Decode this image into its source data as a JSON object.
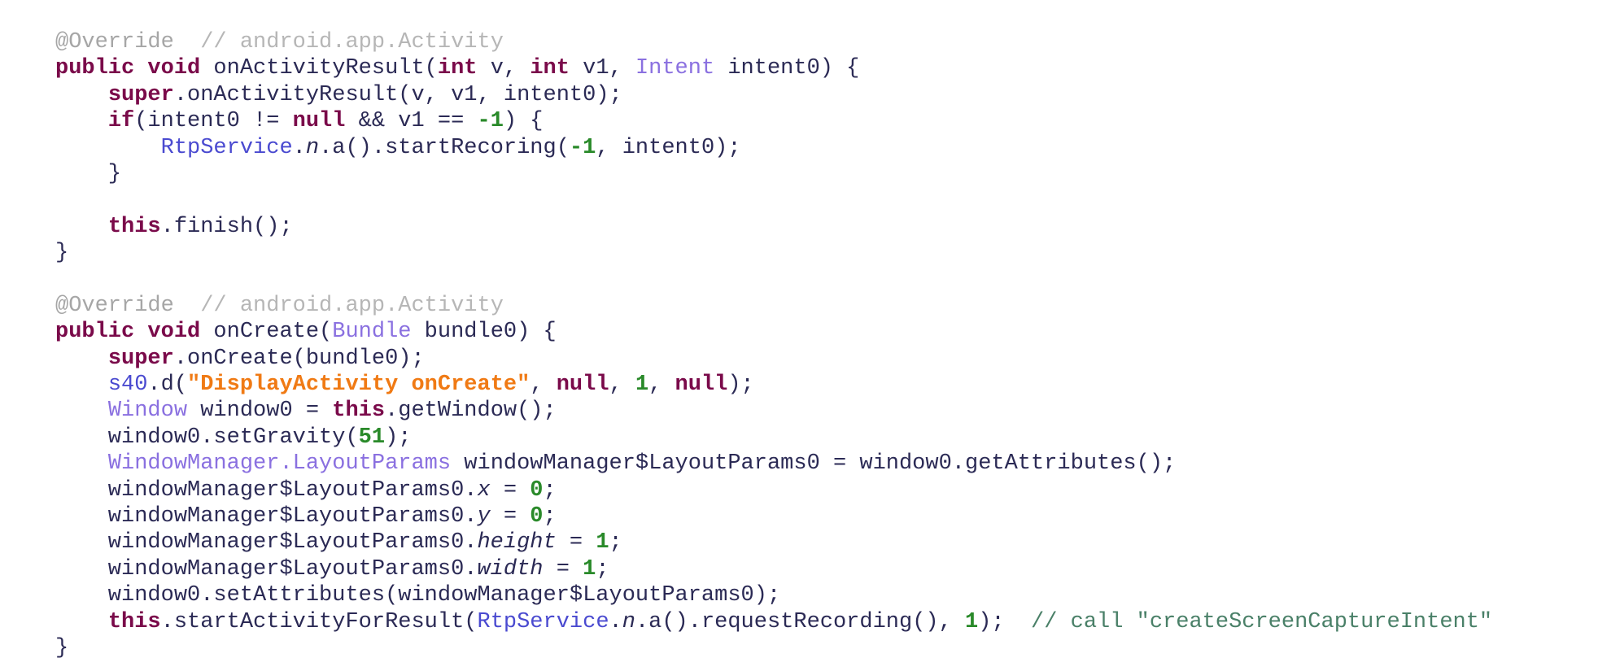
{
  "code_lines": [
    [
      [
        "@Override",
        "ann"
      ],
      [
        "  // android.app.Activity",
        "cgray"
      ]
    ],
    [
      [
        "public",
        "kw"
      ],
      [
        " ",
        "plain"
      ],
      [
        "void",
        "kw"
      ],
      [
        " onActivityResult(",
        "plain"
      ],
      [
        "int",
        "kw"
      ],
      [
        " v, ",
        "plain"
      ],
      [
        "int",
        "kw"
      ],
      [
        " v1, ",
        "plain"
      ],
      [
        "Intent",
        "type"
      ],
      [
        " intent0) {",
        "plain"
      ]
    ],
    [
      [
        "    ",
        "plain"
      ],
      [
        "super",
        "kw"
      ],
      [
        ".onActivityResult(v, v1, intent0);",
        "plain"
      ]
    ],
    [
      [
        "    ",
        "plain"
      ],
      [
        "if",
        "kw"
      ],
      [
        "(intent0 != ",
        "plain"
      ],
      [
        "null",
        "kw"
      ],
      [
        " && v1 == ",
        "plain"
      ],
      [
        "-1",
        "num"
      ],
      [
        ") {",
        "plain"
      ]
    ],
    [
      [
        "        ",
        "plain"
      ],
      [
        "RtpService",
        "tcls"
      ],
      [
        ".",
        "plain"
      ],
      [
        "n",
        "ital"
      ],
      [
        ".a().startRecoring(",
        "plain"
      ],
      [
        "-1",
        "num"
      ],
      [
        ", intent0);",
        "plain"
      ]
    ],
    [
      [
        "    }",
        "plain"
      ]
    ],
    [],
    [
      [
        "    ",
        "plain"
      ],
      [
        "this",
        "kw"
      ],
      [
        ".finish();",
        "plain"
      ]
    ],
    [
      [
        "}",
        "plain"
      ]
    ],
    [],
    [
      [
        "@Override",
        "ann"
      ],
      [
        "  // android.app.Activity",
        "cgray"
      ]
    ],
    [
      [
        "public",
        "kw"
      ],
      [
        " ",
        "plain"
      ],
      [
        "void",
        "kw"
      ],
      [
        " onCreate(",
        "plain"
      ],
      [
        "Bundle",
        "type"
      ],
      [
        " bundle0) {",
        "plain"
      ]
    ],
    [
      [
        "    ",
        "plain"
      ],
      [
        "super",
        "kw"
      ],
      [
        ".onCreate(bundle0);",
        "plain"
      ]
    ],
    [
      [
        "    ",
        "plain"
      ],
      [
        "s40",
        "tcls"
      ],
      [
        ".d(",
        "plain"
      ],
      [
        "\"DisplayActivity onCreate\"",
        "str"
      ],
      [
        ", ",
        "plain"
      ],
      [
        "null",
        "kw"
      ],
      [
        ", ",
        "plain"
      ],
      [
        "1",
        "num"
      ],
      [
        ", ",
        "plain"
      ],
      [
        "null",
        "kw"
      ],
      [
        ");",
        "plain"
      ]
    ],
    [
      [
        "    ",
        "plain"
      ],
      [
        "Window",
        "type"
      ],
      [
        " window0 = ",
        "plain"
      ],
      [
        "this",
        "kw"
      ],
      [
        ".getWindow();",
        "plain"
      ]
    ],
    [
      [
        "    window0.setGravity(",
        "plain"
      ],
      [
        "51",
        "num"
      ],
      [
        ");",
        "plain"
      ]
    ],
    [
      [
        "    ",
        "plain"
      ],
      [
        "WindowManager.LayoutParams",
        "type"
      ],
      [
        " windowManager$LayoutParams0 = window0.getAttributes();",
        "plain"
      ]
    ],
    [
      [
        "    windowManager$LayoutParams0.",
        "plain"
      ],
      [
        "x",
        "fld"
      ],
      [
        " = ",
        "plain"
      ],
      [
        "0",
        "num"
      ],
      [
        ";",
        "plain"
      ]
    ],
    [
      [
        "    windowManager$LayoutParams0.",
        "plain"
      ],
      [
        "y",
        "fld"
      ],
      [
        " = ",
        "plain"
      ],
      [
        "0",
        "num"
      ],
      [
        ";",
        "plain"
      ]
    ],
    [
      [
        "    windowManager$LayoutParams0.",
        "plain"
      ],
      [
        "height",
        "fld"
      ],
      [
        " = ",
        "plain"
      ],
      [
        "1",
        "num"
      ],
      [
        ";",
        "plain"
      ]
    ],
    [
      [
        "    windowManager$LayoutParams0.",
        "plain"
      ],
      [
        "width",
        "fld"
      ],
      [
        " = ",
        "plain"
      ],
      [
        "1",
        "num"
      ],
      [
        ";",
        "plain"
      ]
    ],
    [
      [
        "    window0.setAttributes(windowManager$LayoutParams0);",
        "plain"
      ]
    ],
    [
      [
        "    ",
        "plain"
      ],
      [
        "this",
        "kw"
      ],
      [
        ".startActivityForResult(",
        "plain"
      ],
      [
        "RtpService",
        "tcls"
      ],
      [
        ".",
        "plain"
      ],
      [
        "n",
        "ital"
      ],
      [
        ".a().requestRecording(), ",
        "plain"
      ],
      [
        "1",
        "num"
      ],
      [
        ");  ",
        "plain"
      ],
      [
        "// call \"createScreenCaptureIntent\"",
        "cgreen"
      ]
    ],
    [
      [
        "}",
        "plain"
      ]
    ]
  ]
}
